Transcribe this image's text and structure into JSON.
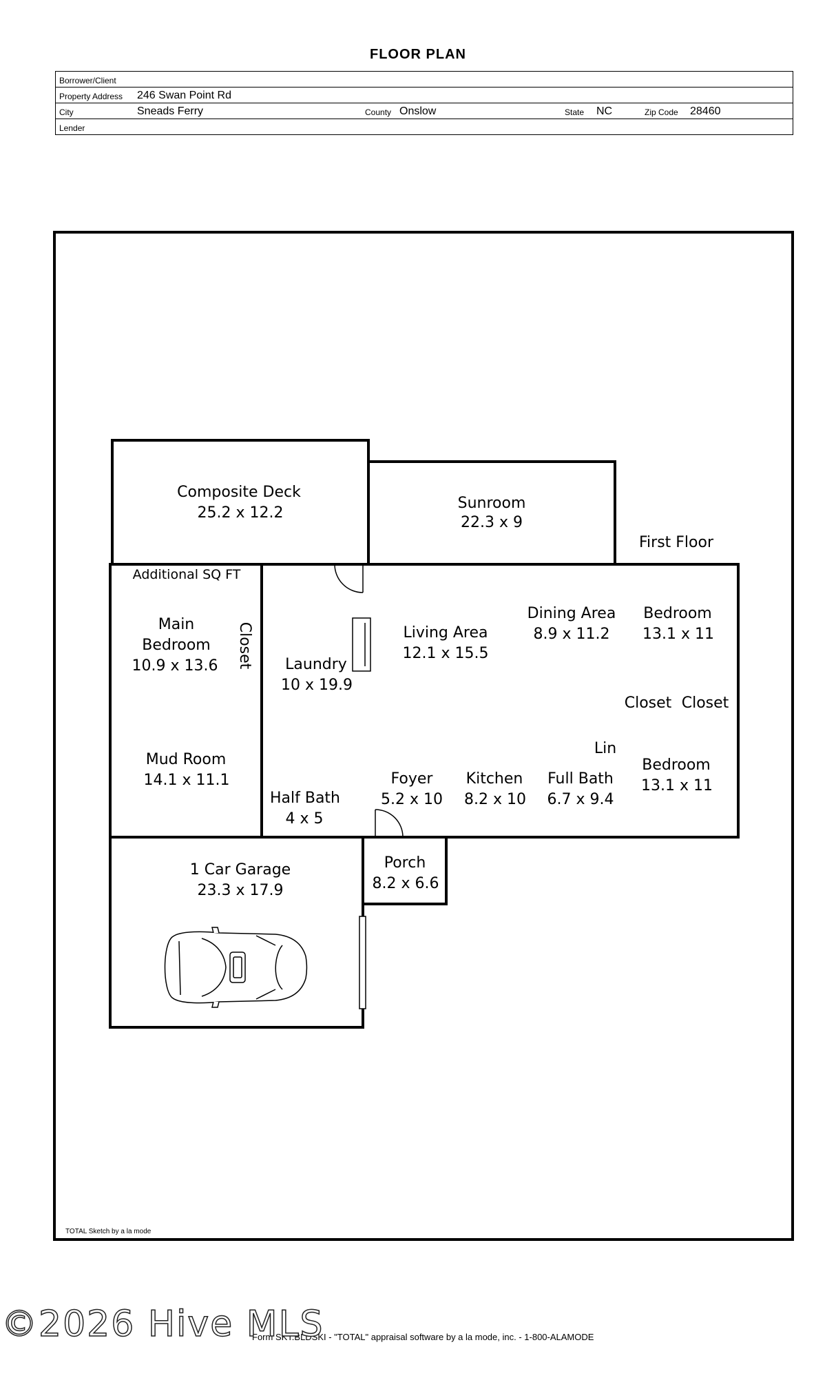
{
  "title": "FLOOR PLAN",
  "info": {
    "borrower_label": "Borrower/Client",
    "borrower_value": "",
    "address_label": "Property Address",
    "address_value": "246 Swan Point Rd",
    "city_label": "City",
    "city_value": "Sneads Ferry",
    "county_label": "County",
    "county_value": "Onslow",
    "state_label": "State",
    "state_value": "NC",
    "zip_label": "Zip Code",
    "zip_value": "28460",
    "lender_label": "Lender",
    "lender_value": ""
  },
  "rooms": {
    "deck_name": "Composite Deck",
    "deck_dim": "25.2 x 12.2",
    "sunroom_name": "Sunroom",
    "sunroom_dim": "22.3 x 9",
    "first_floor": "First Floor",
    "additional": "Additional SQ FT",
    "main_bed_1": "Main",
    "main_bed_2": "Bedroom",
    "main_bed_dim": "10.9 x 13.6",
    "closet_vertical": "Closet",
    "laundry_name": "Laundry",
    "laundry_dim": "10 x 19.9",
    "living_name": "Living Area",
    "living_dim": "12.1 x 15.5",
    "dining_name": "Dining Area",
    "dining_dim": "8.9 x 11.2",
    "bed1_name": "Bedroom",
    "bed1_dim": "13.1 x 11",
    "closet_a": "Closet",
    "closet_b": "Closet",
    "lin": "Lin",
    "mud_name": "Mud Room",
    "mud_dim": "14.1 x 11.1",
    "halfbath_name": "Half Bath",
    "halfbath_dim": "4 x 5",
    "foyer_name": "Foyer",
    "foyer_dim": "5.2 x 10",
    "kitchen_name": "Kitchen",
    "kitchen_dim": "8.2 x 10",
    "fullbath_name": "Full Bath",
    "fullbath_dim": "6.7 x 9.4",
    "bed2_name": "Bedroom",
    "bed2_dim": "13.1 x 11",
    "porch_name": "Porch",
    "porch_dim": "8.2 x 6.6",
    "garage_name": "1 Car Garage",
    "garage_dim": "23.3 x 17.9"
  },
  "sketch_credit": "TOTAL Sketch by a la mode",
  "watermark": "©2026 Hive MLS",
  "footer": "Form SKT.BLDSKI - \"TOTAL\" appraisal software by a la mode, inc. - 1-800-ALAMODE"
}
